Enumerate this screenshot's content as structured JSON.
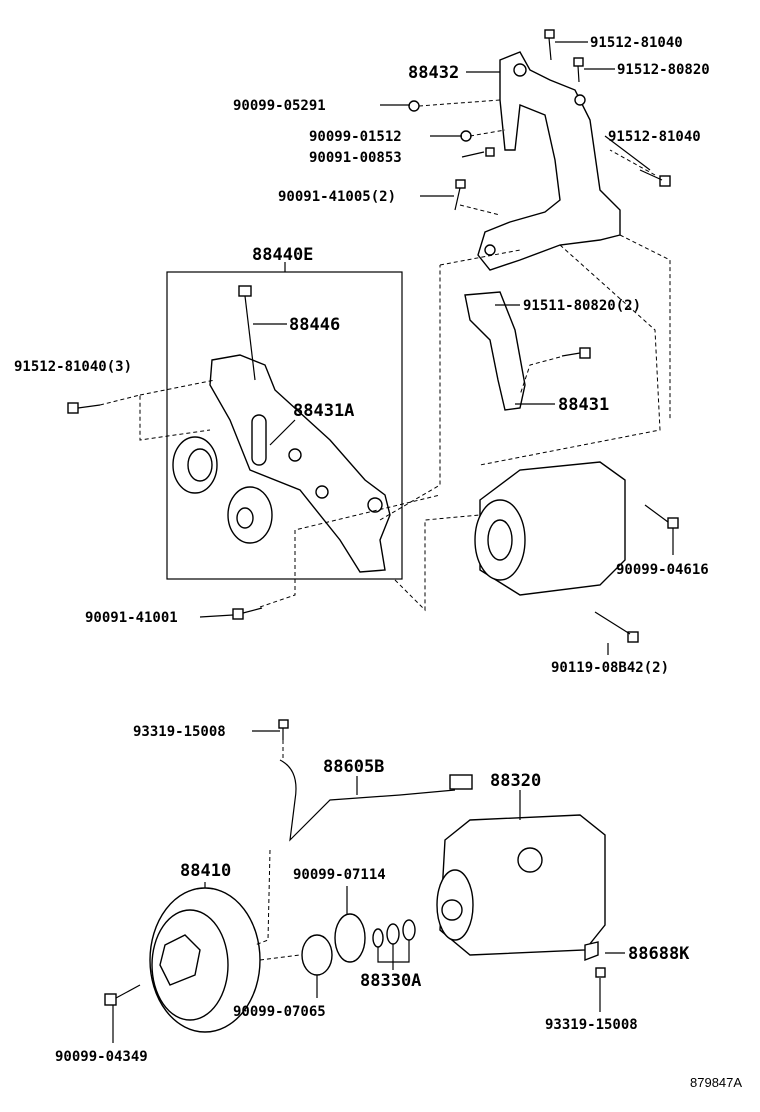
{
  "diagram_id": "879847A",
  "labels": {
    "p91512_81040_top": "91512-81040",
    "p88432": "88432",
    "p91512_80820": "91512-80820",
    "p90099_05291": "90099-05291",
    "p90099_01512": "90099-01512",
    "p90091_00853": "90091-00853",
    "p91512_81040_right": "91512-81040",
    "p90091_41005": "90091-41005(2)",
    "p88440E": "88440E",
    "p88446": "88446",
    "p91511_80820": "91511-80820(2)",
    "p91512_81040_3": "91512-81040(3)",
    "p88431A": "88431A",
    "p88431": "88431",
    "p90099_04616": "90099-04616",
    "p90091_41001": "90091-41001",
    "p90119_08B42": "90119-08B42(2)",
    "p93319_15008_top": "93319-15008",
    "p88605B": "88605B",
    "p88320": "88320",
    "p88410": "88410",
    "p90099_07114": "90099-07114",
    "p88688K": "88688K",
    "p88330A": "88330A",
    "p90099_07065": "90099-07065",
    "p93319_15008_bottom": "93319-15008",
    "p90099_04349": "90099-04349"
  }
}
